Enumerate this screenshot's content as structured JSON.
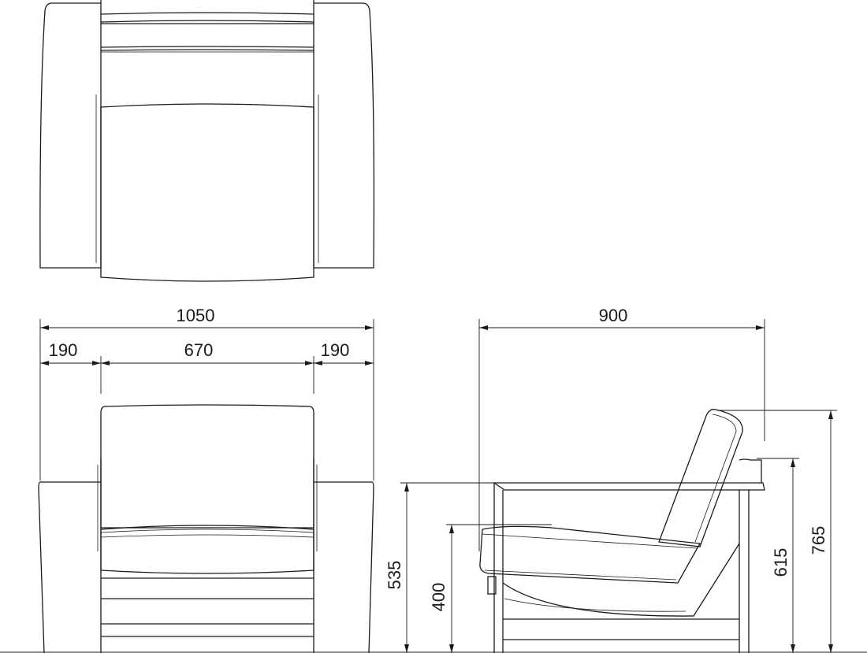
{
  "dimensions": {
    "overall_width": "1050",
    "arm_left": "190",
    "seat_width": "670",
    "arm_right": "190",
    "overall_depth": "900",
    "arm_height": "535",
    "seat_height": "400",
    "back_height": "615",
    "overall_height": "765"
  }
}
